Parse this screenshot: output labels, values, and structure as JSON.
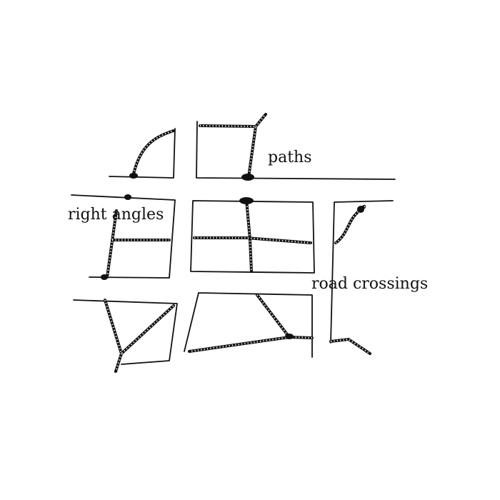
{
  "labels": {
    "paths": "paths",
    "right_angles": "right angles",
    "road_crossings": "road crossings"
  },
  "colors": {
    "ink": "#111111",
    "paper": "#ffffff"
  }
}
